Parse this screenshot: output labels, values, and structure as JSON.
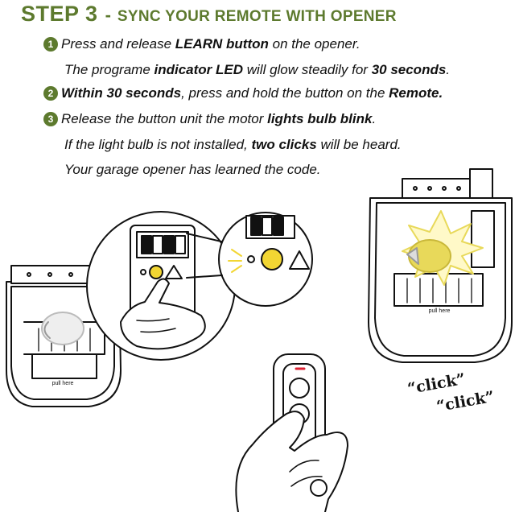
{
  "title": {
    "step": "STEP 3",
    "dash": "-",
    "rest": "SYNC YOUR REMOTE WITH OPENER"
  },
  "steps": [
    {
      "number": "1",
      "lines": [
        [
          {
            "t": "Press and release ",
            "b": false
          },
          {
            "t": "LEARN button",
            "b": true
          },
          {
            "t": " on the opener.",
            "b": false
          }
        ],
        [
          {
            "t": "The programe ",
            "b": false
          },
          {
            "t": "indicator LED",
            "b": true
          },
          {
            "t": " will glow steadily for ",
            "b": false
          },
          {
            "t": "30 seconds",
            "b": true
          },
          {
            "t": ".",
            "b": false
          }
        ]
      ]
    },
    {
      "number": "2",
      "lines": [
        [
          {
            "t": "Within 30 seconds",
            "b": true
          },
          {
            "t": ", press and hold the button on the ",
            "b": false
          },
          {
            "t": "Remote.",
            "b": true
          }
        ]
      ]
    },
    {
      "number": "3",
      "lines": [
        [
          {
            "t": "Release the button unit the motor ",
            "b": false
          },
          {
            "t": "lights bulb blink",
            "b": true
          },
          {
            "t": ".",
            "b": false
          }
        ],
        [
          {
            "t": "If the light bulb is not installed, ",
            "b": false
          },
          {
            "t": "two clicks",
            "b": true
          },
          {
            "t": " will be heard.",
            "b": false
          }
        ],
        [
          {
            "t": "Your garage opener has learned the code.",
            "b": false
          }
        ]
      ]
    }
  ],
  "illustration": {
    "opener_label": "pull here",
    "click_1": "“click”",
    "click_2": "“click”"
  },
  "colors": {
    "accent": "#5d7a2e",
    "led": "#f2d633",
    "bulb": "#e8d95a"
  }
}
